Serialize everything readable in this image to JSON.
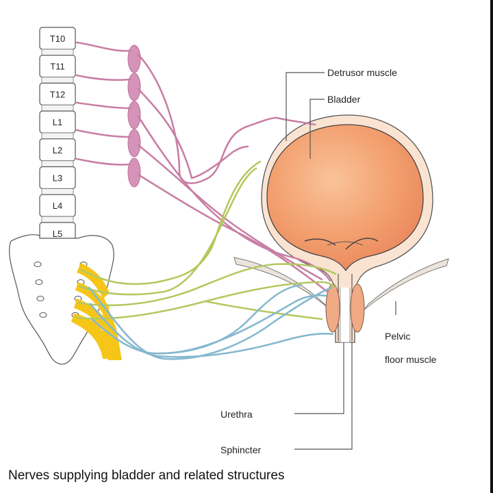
{
  "vertebrae": [
    "T10",
    "T11",
    "T12",
    "L1",
    "L2",
    "L3",
    "L4",
    "L5"
  ],
  "labels": {
    "detrusor": "Detrusor muscle",
    "bladder": "Bladder",
    "pelvic_floor_line1": "Pelvic",
    "pelvic_floor_line2": "floor muscle",
    "urethra": "Urethra",
    "sphincter": "Sphincter"
  },
  "caption": "Nerves supplying bladder and related structures",
  "colors": {
    "sympathetic_nerve": "#c87fa4",
    "parasympathetic_nerve": "#b4c860",
    "somatic_nerve": "#86b8cf",
    "sacral_plexus": "#f5c618",
    "bladder_fill": "#f3a06f",
    "bladder_wall": "#fbe3d2"
  }
}
